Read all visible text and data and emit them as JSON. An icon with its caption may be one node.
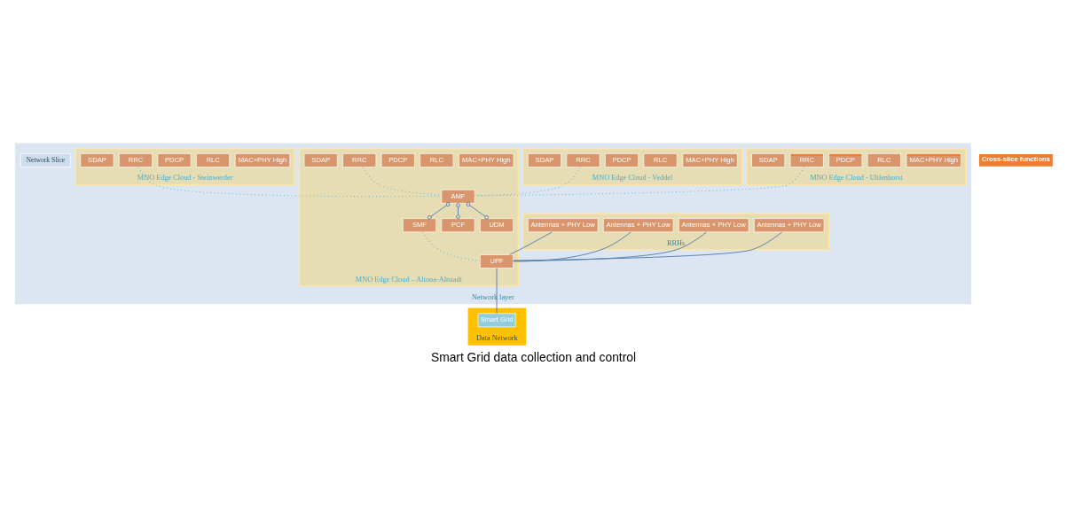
{
  "diagram": {
    "caption": "Smart Grid data collection and control",
    "nodes": [
      {
        "text": [
          "Network layer"
        ]
      },
      {
        "text": [
          "RRHs"
        ],
        "in": 0
      },
      {
        "text": [
          "Antennas + PHY Low"
        ],
        "in": 1
      },
      {
        "text": [
          "Antennas + PHY Low"
        ],
        "in": 1
      },
      {
        "text": [
          "Antennas + PHY Low"
        ],
        "in": 1
      },
      {
        "text": [
          "Antennas + PHY Low"
        ],
        "in": 1
      },
      {
        "text": [
          "Network Slice"
        ],
        "in": 0
      },
      {
        "text": [
          "MNO Edge Cloud - Uhlenhorst"
        ],
        "in": 0
      },
      {
        "text": [
          "MAC+PHY High"
        ],
        "in": 7
      },
      {
        "text": [
          "RLC"
        ],
        "in": 7
      },
      {
        "text": [
          "PDCP"
        ],
        "in": 7
      },
      {
        "text": [
          "RRC"
        ],
        "in": 7
      },
      {
        "text": [
          "SDAP"
        ],
        "in": 7
      },
      {
        "text": [
          "MNO Edge Cloud – Altona-Altstadt"
        ],
        "in": 0
      },
      {
        "text": [
          "MAC+PHY High"
        ],
        "in": 13
      },
      {
        "text": [
          "RLC"
        ],
        "in": 13
      },
      {
        "text": [
          "PDCP"
        ],
        "in": 13
      },
      {
        "text": [
          "RRC"
        ],
        "in": 13
      },
      {
        "text": [
          "SDAP"
        ],
        "in": 13
      },
      {
        "text": [
          "AMF"
        ],
        "in": 13
      },
      {
        "text": [
          "SMF"
        ],
        "in": 13
      },
      {
        "text": [
          "PCF"
        ],
        "in": 13
      },
      {
        "text": [
          "UDM"
        ],
        "in": 13
      },
      {
        "text": [
          "UPF"
        ],
        "in": 13
      },
      {
        "text": [
          "MNO Edge Cloud - Veddel"
        ],
        "in": 0
      },
      {
        "text": [
          "MAC+PHY High"
        ],
        "in": 24
      },
      {
        "text": [
          "RLC"
        ],
        "in": 24
      },
      {
        "text": [
          "PDCP"
        ],
        "in": 24
      },
      {
        "text": [
          "RRC"
        ],
        "in": 24
      },
      {
        "text": [
          "SDAP"
        ],
        "in": 24
      },
      {
        "text": [
          "MNO Edge Cloud - Steinwerder"
        ],
        "in": 0
      },
      {
        "text": [
          "MAC+PHY High"
        ],
        "in": 30
      },
      {
        "text": [
          "RLC"
        ],
        "in": 30
      },
      {
        "text": [
          "PDCP"
        ],
        "in": 30
      },
      {
        "text": [
          "RRC"
        ],
        "in": 30
      },
      {
        "text": [
          "SDAP"
        ],
        "in": 30
      },
      {
        "text": [
          "Data Network"
        ]
      },
      {
        "text": [
          "Smart Grid"
        ],
        "in": 36
      }
    ],
    "edges": [
      {
        "from": 2,
        "to": 23,
        "arrow": "none"
      },
      {
        "from": 3,
        "to": 23,
        "arrow": "none"
      },
      {
        "from": 4,
        "to": 23,
        "arrow": "none"
      },
      {
        "from": 5,
        "to": 23,
        "arrow": "none"
      },
      {
        "from": 11,
        "to": 19,
        "arrow": "none",
        "style": "dashed",
        "color": "#4bacc6"
      },
      {
        "from": 17,
        "to": 19,
        "arrow": "none",
        "style": "dashed",
        "color": "#4bacc6"
      },
      {
        "from": 28,
        "to": 19,
        "arrow": "none",
        "style": "dashed",
        "color": "#4bacc6"
      },
      {
        "from": 34,
        "to": 19,
        "arrow": "none",
        "style": "dashed",
        "color": "#4bacc6"
      },
      {
        "from": 19,
        "to": 20,
        "arrow": "other"
      },
      {
        "from": 19,
        "to": 21,
        "arrow": "other"
      },
      {
        "from": 19,
        "to": 22,
        "arrow": "other"
      },
      {
        "from": 20,
        "to": 23,
        "arrow": "none",
        "style": "dashed",
        "color": "#4bacc6"
      },
      {
        "from": 23,
        "to": 37,
        "arrow": "none"
      }
    ],
    "legend": [
      {
        "text": "Cross-slice functions",
        "color": "#ed7d31"
      }
    ]
  }
}
